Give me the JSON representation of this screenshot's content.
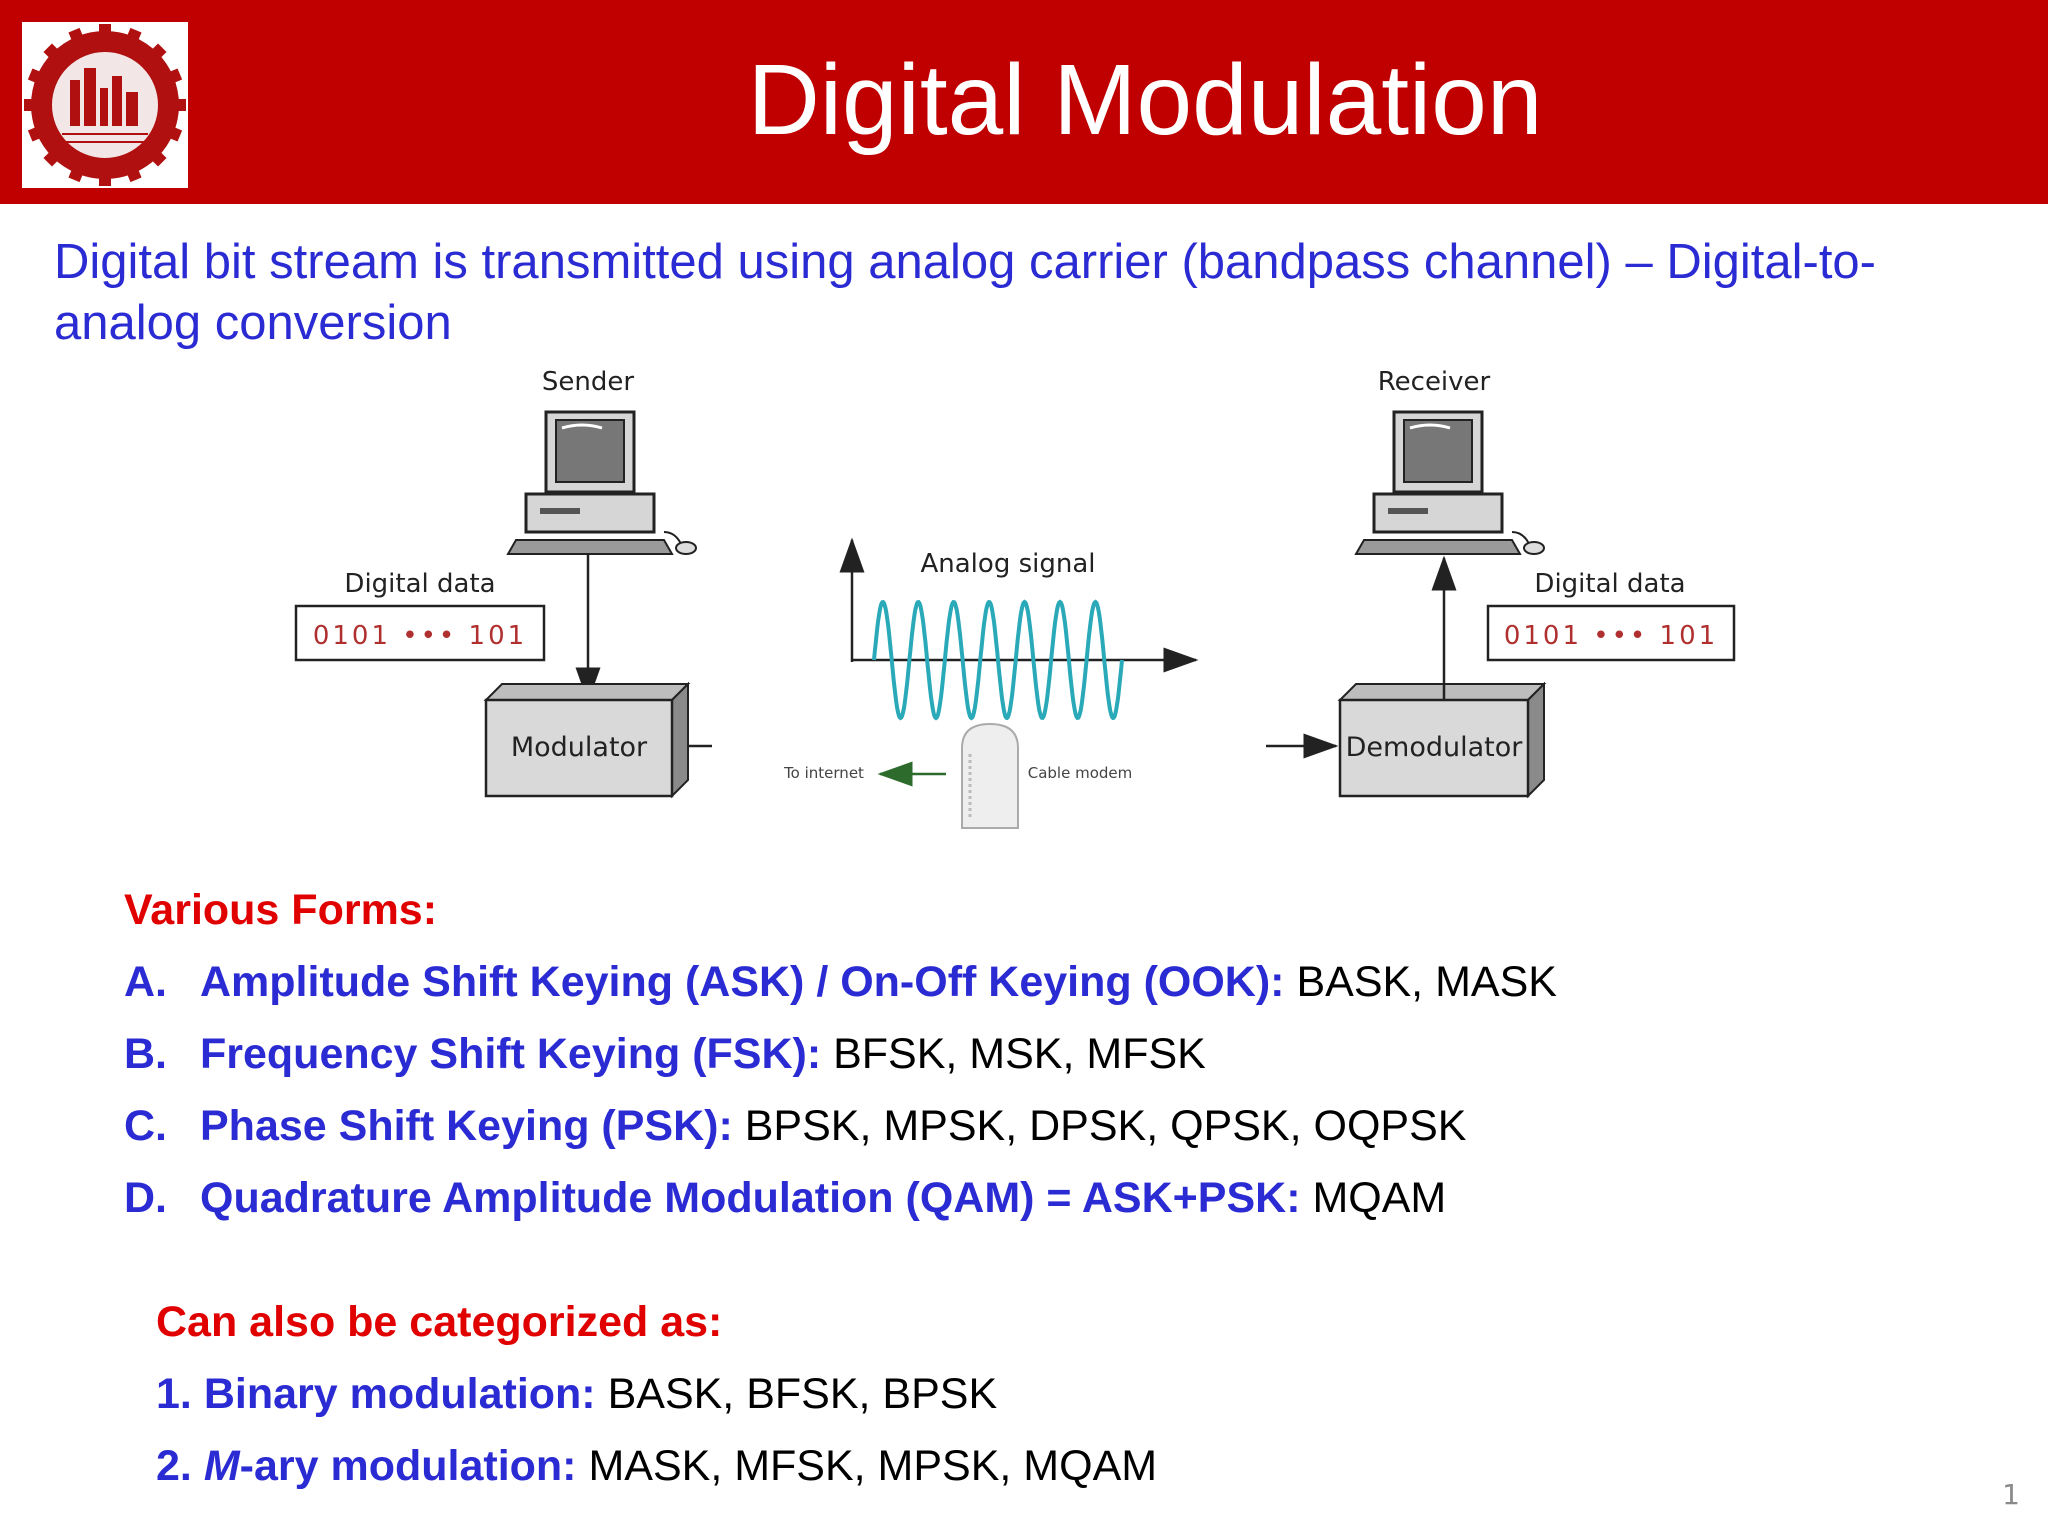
{
  "header": {
    "title": "Digital Modulation",
    "logo_icon": "university-gear-logo-icon",
    "band_color": "#c00000"
  },
  "intro": {
    "text": "Digital bit stream is transmitted using analog carrier (bandpass channel) – Digital-to-analog conversion"
  },
  "diagram": {
    "sender_label": "Sender",
    "receiver_label": "Receiver",
    "sender_data_label": "Digital data",
    "sender_bits": "0101 ••• 101",
    "receiver_data_label": "Digital data",
    "receiver_bits": "0101 ••• 101",
    "modulator_label": "Modulator",
    "demodulator_label": "Demodulator",
    "signal_label": "Analog signal",
    "to_internet_label": "To internet",
    "cable_modem_label": "Cable modem",
    "signal_color": "#2aa9b8"
  },
  "forms": {
    "heading": "Various Forms:",
    "items": [
      {
        "letter": "A.",
        "name": "Amplitude Shift Keying (ASK) / On-Off Keying (OOK):",
        "values": "BASK, MASK"
      },
      {
        "letter": "B.",
        "name": "Frequency Shift Keying (FSK):",
        "values": "BFSK, MSK, MFSK"
      },
      {
        "letter": "C.",
        "name": "Phase Shift Keying (PSK):",
        "values": "BPSK, MPSK, DPSK, QPSK, OQPSK"
      },
      {
        "letter": "D.",
        "name": "Quadrature Amplitude Modulation (QAM) = ASK+PSK:",
        "values": "MQAM"
      }
    ]
  },
  "categories": {
    "heading": "Can also be categorized as:",
    "binary": {
      "num": "1.",
      "label": "Binary modulation:",
      "values": "BASK, BFSK, BPSK"
    },
    "mary": {
      "num": "2.",
      "m": "M",
      "label": "-ary modulation:",
      "values": "MASK, MFSK, MPSK, MQAM"
    }
  },
  "footer": {
    "page_number": "1"
  }
}
